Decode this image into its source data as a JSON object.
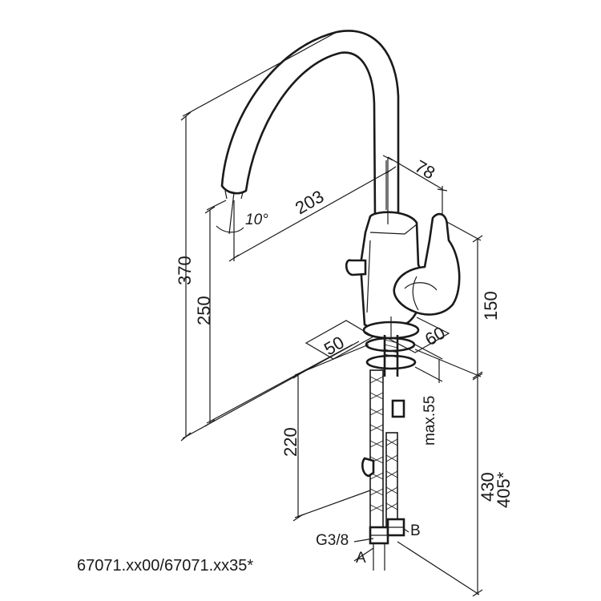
{
  "drawing": {
    "model_number": "67071.xx00/67071.xx35*",
    "dimensions": {
      "total_height": "370",
      "spout_height": "250",
      "spout_reach": "203",
      "spout_angle": "10°",
      "lever_depth": "78",
      "body_height": "150",
      "base_width_left": "50",
      "base_width_right": "60",
      "max_counter_thickness": "max.55",
      "shank_length": "220",
      "hose_length": "430",
      "hose_length_alt": "405*"
    },
    "connections": {
      "thread": "G3/8",
      "inlet_a": "A",
      "inlet_b": "B"
    }
  }
}
